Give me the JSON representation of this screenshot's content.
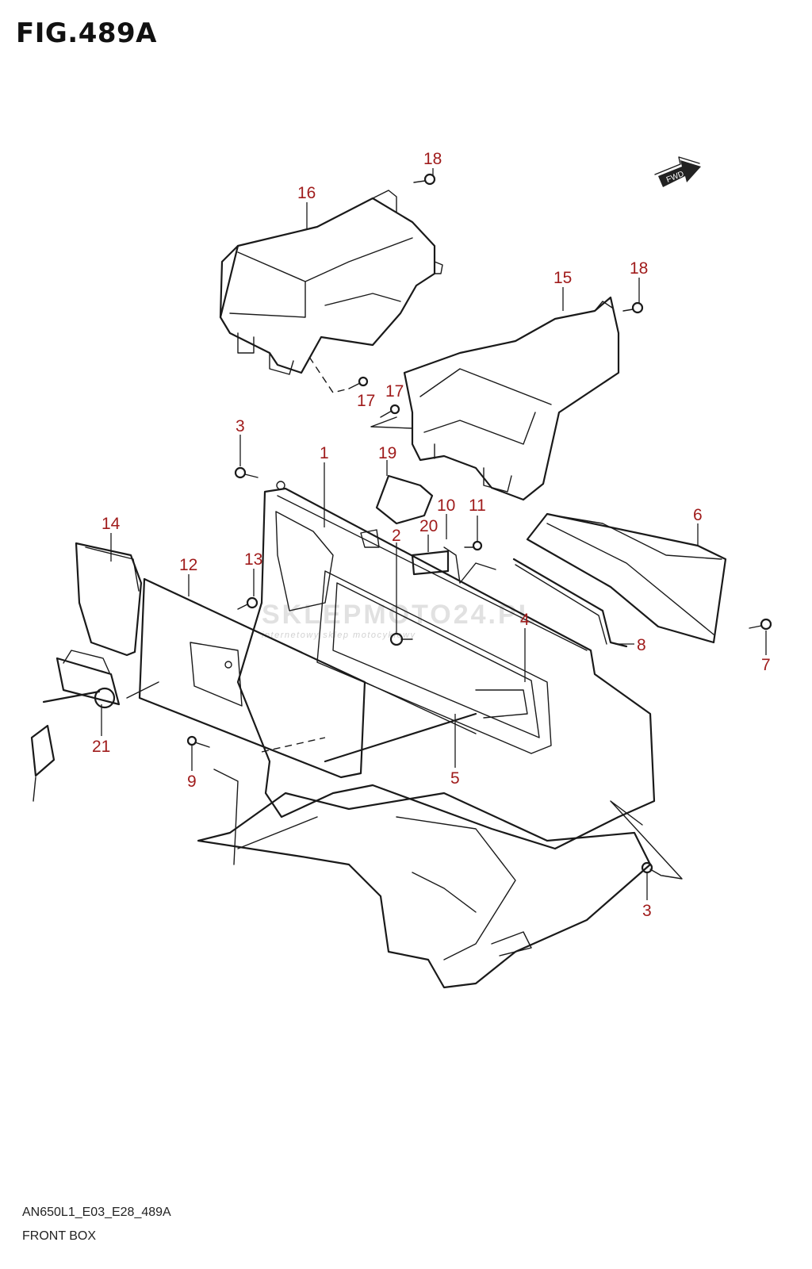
{
  "title": "FIG.489A",
  "fwd_label": "FWD",
  "watermark": {
    "main": "SKLEPMOTO24.PL",
    "sub": "internetowy sklep motocyklowy"
  },
  "footer": {
    "code": "AN650L1_E03_E28_489A",
    "name": "FRONT BOX"
  },
  "callouts": [
    "18",
    "16",
    "18",
    "15",
    "17",
    "17",
    "3",
    "1",
    "19",
    "10",
    "11",
    "20",
    "2",
    "6",
    "14",
    "12",
    "13",
    "4",
    "7",
    "8",
    "21",
    "5",
    "9",
    "3"
  ]
}
